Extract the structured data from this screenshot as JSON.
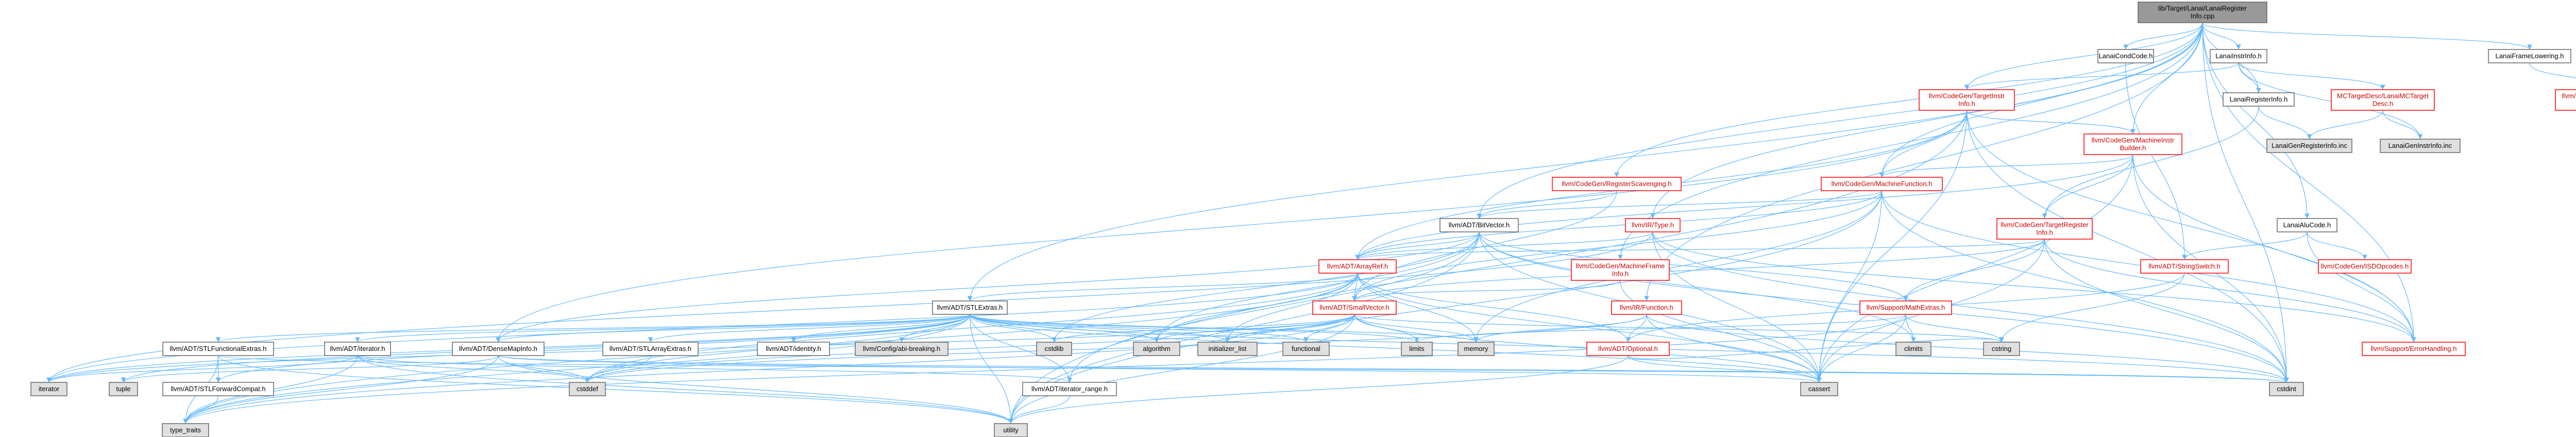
{
  "colors": {
    "edge": "#63b8ff",
    "node_border_default": "#666666",
    "node_border_red": "#ff0000",
    "node_fill_default": "#ffffff",
    "node_fill_root": "#999999",
    "node_fill_system": "#e0e0e0",
    "text_default": "#000000",
    "text_red": "#cc0000"
  },
  "nodes": [
    {
      "id": "root",
      "lines": [
        "lib/Target/Lanai/LanaiRegister",
        "Info.cpp"
      ],
      "style": "root"
    },
    {
      "id": "lanaiCondCode",
      "lines": [
        "LanaiCondCode.h"
      ],
      "style": "normal"
    },
    {
      "id": "lanaiInstrInfo",
      "lines": [
        "LanaiInstrInfo.h"
      ],
      "style": "normal"
    },
    {
      "id": "lanaiFrameLowering",
      "lines": [
        "LanaiFrameLowering.h"
      ],
      "style": "normal"
    },
    {
      "id": "cgTargetInstrInfo",
      "lines": [
        "llvm/CodeGen/TargetInstr",
        "Info.h"
      ],
      "style": "red"
    },
    {
      "id": "lanaiRegisterInfoH",
      "lines": [
        "LanaiRegisterInfo.h"
      ],
      "style": "normal"
    },
    {
      "id": "mcLanaiDesc",
      "lines": [
        "MCTargetDesc/LanaiMCTarget",
        "Desc.h"
      ],
      "style": "red"
    },
    {
      "id": "cgTargetFrameLowering",
      "lines": [
        "llvm/CodeGen/TargetFrame",
        "Lowering.h"
      ],
      "style": "red"
    },
    {
      "id": "cgMachineInstrBuilder",
      "lines": [
        "llvm/CodeGen/MachineInstr",
        "Builder.h"
      ],
      "style": "red"
    },
    {
      "id": "lanaiGenRegisterInfo",
      "lines": [
        "LanaiGenRegisterInfo.inc"
      ],
      "style": "system"
    },
    {
      "id": "lanaiGenInstrInfo",
      "lines": [
        "LanaiGenInstrInfo.inc"
      ],
      "style": "system"
    },
    {
      "id": "cgRegisterScavenging",
      "lines": [
        "llvm/CodeGen/RegisterScavenging.h"
      ],
      "style": "red"
    },
    {
      "id": "cgMachineFunction",
      "lines": [
        "llvm/CodeGen/MachineFunction.h"
      ],
      "style": "red"
    },
    {
      "id": "adtBitVector",
      "lines": [
        "llvm/ADT/BitVector.h"
      ],
      "style": "normal"
    },
    {
      "id": "irType",
      "lines": [
        "llvm/IR/Type.h"
      ],
      "style": "red"
    },
    {
      "id": "cgTargetRegisterInfo",
      "lines": [
        "llvm/CodeGen/TargetRegister",
        "Info.h"
      ],
      "style": "red"
    },
    {
      "id": "lanaiAluCode",
      "lines": [
        "LanaiAluCode.h"
      ],
      "style": "normal"
    },
    {
      "id": "adtArrayRef",
      "lines": [
        "llvm/ADT/ArrayRef.h"
      ],
      "style": "red"
    },
    {
      "id": "cgMachineFrameInfo",
      "lines": [
        "llvm/CodeGen/MachineFrame",
        "Info.h"
      ],
      "style": "red"
    },
    {
      "id": "cgISDOpcodes",
      "lines": [
        "llvm/CodeGen/ISDOpcodes.h"
      ],
      "style": "red"
    },
    {
      "id": "adtStringSwitch",
      "lines": [
        "llvm/ADT/StringSwitch.h"
      ],
      "style": "red"
    },
    {
      "id": "adtSTLExtras",
      "lines": [
        "llvm/ADT/STLExtras.h"
      ],
      "style": "normal"
    },
    {
      "id": "adtSmallVector",
      "lines": [
        "llvm/ADT/SmallVector.h"
      ],
      "style": "red"
    },
    {
      "id": "irFunction",
      "lines": [
        "llvm/IR/Function.h"
      ],
      "style": "red"
    },
    {
      "id": "supportMathExtras",
      "lines": [
        "llvm/Support/MathExtras.h"
      ],
      "style": "red"
    },
    {
      "id": "adtSTLFunctionalExtras",
      "lines": [
        "llvm/ADT/STLFunctionalExtras.h"
      ],
      "style": "normal"
    },
    {
      "id": "adtIterator",
      "lines": [
        "llvm/ADT/iterator.h"
      ],
      "style": "normal"
    },
    {
      "id": "adtDenseMapInfo",
      "lines": [
        "llvm/ADT/DenseMapInfo.h"
      ],
      "style": "normal"
    },
    {
      "id": "adtSTLArrayExtras",
      "lines": [
        "llvm/ADT/STLArrayExtras.h"
      ],
      "style": "normal"
    },
    {
      "id": "adtIdentity",
      "lines": [
        "llvm/ADT/identity.h"
      ],
      "style": "normal"
    },
    {
      "id": "configAbiBreaking",
      "lines": [
        "llvm/Config/abi-breaking.h"
      ],
      "style": "system"
    },
    {
      "id": "cstddef",
      "lines": [
        "cstddef"
      ],
      "style": "system"
    },
    {
      "id": "algorithm",
      "lines": [
        "algorithm"
      ],
      "style": "system"
    },
    {
      "id": "initializerList",
      "lines": [
        "initializer_list"
      ],
      "style": "system"
    },
    {
      "id": "functional",
      "lines": [
        "functional"
      ],
      "style": "system"
    },
    {
      "id": "limits",
      "lines": [
        "limits"
      ],
      "style": "system"
    },
    {
      "id": "memory",
      "lines": [
        "memory"
      ],
      "style": "system"
    },
    {
      "id": "adtOptional",
      "lines": [
        "llvm/ADT/Optional.h"
      ],
      "style": "red"
    },
    {
      "id": "climits",
      "lines": [
        "climits"
      ],
      "style": "system"
    },
    {
      "id": "cstring",
      "lines": [
        "cstring"
      ],
      "style": "system"
    },
    {
      "id": "supportErrorHandling",
      "lines": [
        "llvm/Support/ErrorHandling.h"
      ],
      "style": "red"
    },
    {
      "id": "iterator",
      "lines": [
        "iterator"
      ],
      "style": "system"
    },
    {
      "id": "tuple",
      "lines": [
        "tuple"
      ],
      "style": "system"
    },
    {
      "id": "adtSTLForwardCompat",
      "lines": [
        "llvm/ADT/STLForwardCompat.h"
      ],
      "style": "normal"
    },
    {
      "id": "adtIteratorRange",
      "lines": [
        "llvm/ADT/iterator_range.h"
      ],
      "style": "normal"
    },
    {
      "id": "cassert",
      "lines": [
        "cassert"
      ],
      "style": "system"
    },
    {
      "id": "cstdint",
      "lines": [
        "cstdint"
      ],
      "style": "system"
    },
    {
      "id": "cstdlib",
      "lines": [
        "cstdlib"
      ],
      "style": "system"
    },
    {
      "id": "typeTraits",
      "lines": [
        "type_traits"
      ],
      "style": "system"
    },
    {
      "id": "utility",
      "lines": [
        "utility"
      ],
      "style": "system"
    }
  ],
  "edges": [
    [
      "root",
      "lanaiCondCode"
    ],
    [
      "root",
      "lanaiInstrInfo"
    ],
    [
      "root",
      "lanaiFrameLowering"
    ],
    [
      "root",
      "cgTargetInstrInfo"
    ],
    [
      "root",
      "cgMachineInstrBuilder"
    ],
    [
      "root",
      "cgRegisterScavenging"
    ],
    [
      "root",
      "cgMachineFunction"
    ],
    [
      "root",
      "adtBitVector"
    ],
    [
      "root",
      "irType"
    ],
    [
      "root",
      "cgMachineFrameInfo"
    ],
    [
      "root",
      "lanaiAluCode"
    ],
    [
      "root",
      "adtSTLExtras"
    ],
    [
      "root",
      "irFunction"
    ],
    [
      "root",
      "supportErrorHandling"
    ],
    [
      "root",
      "lanaiRegisterInfoH"
    ],
    [
      "root",
      "cstdint"
    ],
    [
      "lanaiCondCode",
      "adtStringSwitch"
    ],
    [
      "lanaiInstrInfo",
      "cgTargetInstrInfo"
    ],
    [
      "lanaiInstrInfo",
      "lanaiRegisterInfoH"
    ],
    [
      "lanaiInstrInfo",
      "mcLanaiDesc"
    ],
    [
      "lanaiInstrInfo",
      "lanaiGenInstrInfo"
    ],
    [
      "lanaiFrameLowering",
      "cgTargetFrameLowering"
    ],
    [
      "cgTargetInstrInfo",
      "cgMachineInstrBuilder"
    ],
    [
      "cgTargetInstrInfo",
      "cgMachineFunction"
    ],
    [
      "cgTargetInstrInfo",
      "adtArrayRef"
    ],
    [
      "cgTargetInstrInfo",
      "adtDenseMapInfo"
    ],
    [
      "cgTargetInstrInfo",
      "supportErrorHandling"
    ],
    [
      "cgTargetInstrInfo",
      "cassert"
    ],
    [
      "cgTargetInstrInfo",
      "cstdint"
    ],
    [
      "cgTargetInstrInfo",
      "utility"
    ],
    [
      "lanaiRegisterInfoH",
      "lanaiGenRegisterInfo"
    ],
    [
      "lanaiRegisterInfoH",
      "cgTargetRegisterInfo"
    ],
    [
      "mcLanaiDesc",
      "lanaiGenRegisterInfo"
    ],
    [
      "mcLanaiDesc",
      "lanaiGenInstrInfo"
    ],
    [
      "cgMachineInstrBuilder",
      "cgMachineFunction"
    ],
    [
      "cgMachineInstrBuilder",
      "cgTargetRegisterInfo"
    ],
    [
      "cgMachineInstrBuilder",
      "adtArrayRef"
    ],
    [
      "cgMachineInstrBuilder",
      "supportErrorHandling"
    ],
    [
      "cgMachineInstrBuilder",
      "cassert"
    ],
    [
      "cgMachineInstrBuilder",
      "cstdint"
    ],
    [
      "cgRegisterScavenging",
      "adtBitVector"
    ],
    [
      "cgRegisterScavenging",
      "adtSmallVector"
    ],
    [
      "cgMachineFunction",
      "adtBitVector"
    ],
    [
      "cgMachineFunction",
      "adtArrayRef"
    ],
    [
      "cgMachineFunction",
      "adtSmallVector"
    ],
    [
      "cgMachineFunction",
      "supportErrorHandling"
    ],
    [
      "cgMachineFunction",
      "cassert"
    ],
    [
      "cgMachineFunction",
      "cstdint"
    ],
    [
      "cgMachineFunction",
      "memory"
    ],
    [
      "cgMachineFunction",
      "utility"
    ],
    [
      "adtBitVector",
      "adtArrayRef"
    ],
    [
      "adtBitVector",
      "adtDenseMapInfo"
    ],
    [
      "adtBitVector",
      "adtIteratorRange"
    ],
    [
      "adtBitVector",
      "supportMathExtras"
    ],
    [
      "adtBitVector",
      "algorithm"
    ],
    [
      "adtBitVector",
      "cassert"
    ],
    [
      "adtBitVector",
      "climits"
    ],
    [
      "adtBitVector",
      "cstdint"
    ],
    [
      "adtBitVector",
      "cstdlib"
    ],
    [
      "adtBitVector",
      "utility"
    ],
    [
      "irType",
      "adtArrayRef"
    ],
    [
      "irType",
      "supportErrorHandling"
    ],
    [
      "irType",
      "cassert"
    ],
    [
      "irType",
      "cstdint"
    ],
    [
      "irType",
      "iterator"
    ],
    [
      "cgTargetRegisterInfo",
      "adtArrayRef"
    ],
    [
      "cgTargetRegisterInfo",
      "adtSmallVector"
    ],
    [
      "cgTargetRegisterInfo",
      "supportMathExtras"
    ],
    [
      "cgTargetRegisterInfo",
      "cassert"
    ],
    [
      "cgTargetRegisterInfo",
      "cstdint"
    ],
    [
      "cgTargetRegisterInfo",
      "supportErrorHandling"
    ],
    [
      "lanaiAluCode",
      "cgISDOpcodes"
    ],
    [
      "lanaiAluCode",
      "supportErrorHandling"
    ],
    [
      "lanaiAluCode",
      "adtStringSwitch"
    ],
    [
      "adtArrayRef",
      "adtSTLExtras"
    ],
    [
      "adtArrayRef",
      "adtSmallVector"
    ],
    [
      "adtArrayRef",
      "algorithm"
    ],
    [
      "adtArrayRef",
      "initializerList"
    ],
    [
      "adtArrayRef",
      "cassert"
    ],
    [
      "adtArrayRef",
      "cstddef"
    ],
    [
      "adtArrayRef",
      "iterator"
    ],
    [
      "adtArrayRef",
      "memory"
    ],
    [
      "adtArrayRef",
      "typeTraits"
    ],
    [
      "adtArrayRef",
      "adtOptional"
    ],
    [
      "cgMachineFrameInfo",
      "adtSmallVector"
    ],
    [
      "cgMachineFrameInfo",
      "cassert"
    ],
    [
      "adtStringSwitch",
      "adtOptional"
    ],
    [
      "adtStringSwitch",
      "cstring"
    ],
    [
      "adtSTLExtras",
      "adtSTLFunctionalExtras"
    ],
    [
      "adtSTLExtras",
      "adtIterator"
    ],
    [
      "adtSTLExtras",
      "adtDenseMapInfo"
    ],
    [
      "adtSTLExtras",
      "adtSTLArrayExtras"
    ],
    [
      "adtSTLExtras",
      "adtIdentity"
    ],
    [
      "adtSTLExtras",
      "configAbiBreaking"
    ],
    [
      "adtSTLExtras",
      "adtSTLForwardCompat"
    ],
    [
      "adtSTLExtras",
      "adtIteratorRange"
    ],
    [
      "adtSTLExtras",
      "algorithm"
    ],
    [
      "adtSTLExtras",
      "cassert"
    ],
    [
      "adtSTLExtras",
      "cstddef"
    ],
    [
      "adtSTLExtras",
      "cstdint"
    ],
    [
      "adtSTLExtras",
      "cstdlib"
    ],
    [
      "adtSTLExtras",
      "functional"
    ],
    [
      "adtSTLExtras",
      "initializerList"
    ],
    [
      "adtSTLExtras",
      "iterator"
    ],
    [
      "adtSTLExtras",
      "limits"
    ],
    [
      "adtSTLExtras",
      "memory"
    ],
    [
      "adtSTLExtras",
      "tuple"
    ],
    [
      "adtSTLExtras",
      "typeTraits"
    ],
    [
      "adtSTLExtras",
      "utility"
    ],
    [
      "adtSmallVector",
      "algorithm"
    ],
    [
      "adtSmallVector",
      "cassert"
    ],
    [
      "adtSmallVector",
      "cstddef"
    ],
    [
      "adtSmallVector",
      "cstdlib"
    ],
    [
      "adtSmallVector",
      "cstring"
    ],
    [
      "adtSmallVector",
      "functional"
    ],
    [
      "adtSmallVector",
      "initializerList"
    ],
    [
      "adtSmallVector",
      "iterator"
    ],
    [
      "adtSmallVector",
      "limits"
    ],
    [
      "adtSmallVector",
      "memory"
    ],
    [
      "adtSmallVector",
      "utility"
    ],
    [
      "adtSmallVector",
      "typeTraits"
    ],
    [
      "irFunction",
      "adtOptional"
    ],
    [
      "irFunction",
      "memory"
    ],
    [
      "irFunction",
      "cassert"
    ],
    [
      "irFunction",
      "cstddef"
    ],
    [
      "irFunction",
      "cstdint"
    ],
    [
      "supportMathExtras",
      "climits"
    ],
    [
      "supportMathExtras",
      "cstring"
    ],
    [
      "supportMathExtras",
      "cassert"
    ],
    [
      "supportMathExtras",
      "typeTraits"
    ],
    [
      "supportMathExtras",
      "limits"
    ],
    [
      "adtSTLFunctionalExtras",
      "adtSTLForwardCompat"
    ],
    [
      "adtSTLFunctionalExtras",
      "cstdint"
    ],
    [
      "adtSTLFunctionalExtras",
      "typeTraits"
    ],
    [
      "adtSTLFunctionalExtras",
      "utility"
    ],
    [
      "adtIterator",
      "adtIteratorRange"
    ],
    [
      "adtIterator",
      "cstddef"
    ],
    [
      "adtIterator",
      "iterator"
    ],
    [
      "adtIterator",
      "typeTraits"
    ],
    [
      "adtIterator",
      "utility"
    ],
    [
      "adtDenseMapInfo",
      "cassert"
    ],
    [
      "adtDenseMapInfo",
      "cstddef"
    ],
    [
      "adtDenseMapInfo",
      "cstdint"
    ],
    [
      "adtDenseMapInfo",
      "tuple"
    ],
    [
      "adtDenseMapInfo",
      "typeTraits"
    ],
    [
      "adtDenseMapInfo",
      "utility"
    ],
    [
      "adtSTLArrayExtras",
      "cstddef"
    ],
    [
      "adtOptional",
      "cassert"
    ],
    [
      "adtOptional",
      "cstring"
    ],
    [
      "adtOptional",
      "utility"
    ],
    [
      "adtSTLForwardCompat",
      "typeTraits"
    ],
    [
      "adtIteratorRange",
      "utility"
    ]
  ]
}
